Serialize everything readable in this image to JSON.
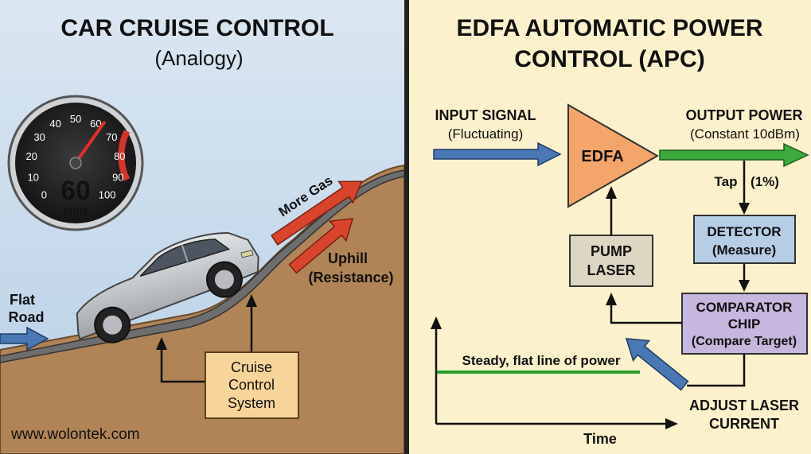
{
  "left_panel": {
    "title": "CAR CRUISE CONTROL",
    "subtitle": "(Analogy)",
    "speedometer": {
      "ticks": [
        "0",
        "10",
        "20",
        "30",
        "40",
        "50",
        "60",
        "70",
        "80",
        "90",
        "100"
      ],
      "speed": "60",
      "unit": "MPH",
      "needle_value": 63,
      "max": 100
    },
    "flat_road": [
      "Flat",
      "Road"
    ],
    "more_gas": "More Gas",
    "uphill": [
      "Uphill",
      "(Resistance)"
    ],
    "cruise_box": [
      "Cruise",
      "Control",
      "System"
    ],
    "website": "www.wolontek.com"
  },
  "right_panel": {
    "title_line1": "EDFA AUTOMATIC POWER",
    "title_line2": "CONTROL (APC)",
    "input_signal": "INPUT SIGNAL",
    "input_signal_sub": "(Fluctuating)",
    "output_power": "OUTPUT POWER",
    "output_power_sub": "(Constant 10dBm)",
    "edfa": "EDFA",
    "tap": "Tap",
    "tap_pct": "(1%)",
    "detector": [
      "DETECTOR",
      "(Measure)"
    ],
    "pump": [
      "PUMP",
      "LASER"
    ],
    "comparator": [
      "COMPARATOR",
      "CHIP",
      "(Compare Target)"
    ],
    "adjust": [
      "ADJUST LASER",
      "CURRENT"
    ],
    "steady_line": "Steady, flat line of power",
    "time_label": "Time"
  },
  "colors": {
    "sky": "#c4d8ec",
    "hill": "#b08456",
    "road": "#6e6e6e",
    "input_arrow": "#4a78b4",
    "output_arrow": "#3caa3c",
    "red_arrow": "#d8452c",
    "right_bg": "#fbf1cc",
    "amplifier": "#f4a56a",
    "detector_box": "#b6cde6",
    "comparator_box": "#c7b6dd",
    "pump_box": "#dcd6c2",
    "cruise_box": "#f7d49a",
    "website": "#5a2d82"
  }
}
